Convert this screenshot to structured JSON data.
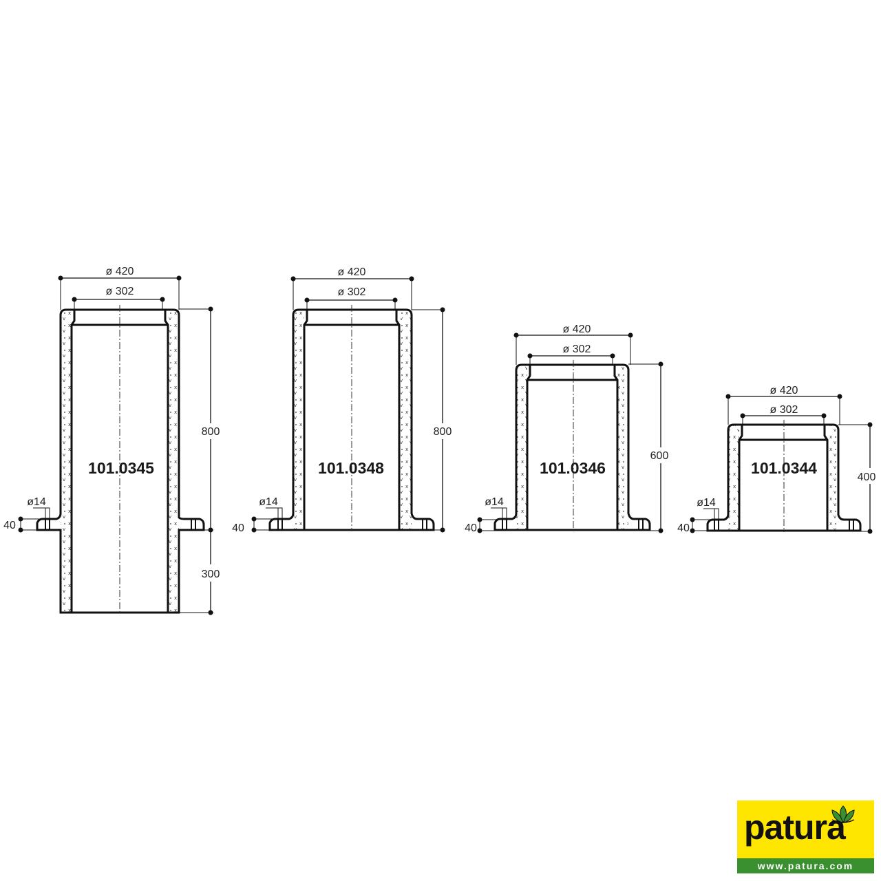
{
  "diagram": {
    "type": "technical-drawing",
    "subject": "pipe socket / post base cross sections",
    "units_implied": "mm",
    "items": [
      {
        "code": "101.0345",
        "outer_diameter_label": "ø 420",
        "inner_diameter_label": "ø 302",
        "height_above_flange_label": "800",
        "height_below_flange_label": "300",
        "flange_thickness_label": "40",
        "hole_diameter_label": "ø14"
      },
      {
        "code": "101.0348",
        "outer_diameter_label": "ø 420",
        "inner_diameter_label": "ø 302",
        "height_label": "800",
        "flange_thickness_label": "40",
        "hole_diameter_label": "ø14"
      },
      {
        "code": "101.0346",
        "outer_diameter_label": "ø 420",
        "inner_diameter_label": "ø 302",
        "height_label": "600",
        "flange_thickness_label": "40",
        "hole_diameter_label": "ø14"
      },
      {
        "code": "101.0344",
        "outer_diameter_label": "ø 420",
        "inner_diameter_label": "ø 302",
        "height_label": "400",
        "flange_thickness_label": "40",
        "hole_diameter_label": "ø14"
      }
    ]
  },
  "logo": {
    "brand": "patura",
    "url": "www.patura.com",
    "colors": {
      "background": "#ffe600",
      "url_bar": "#3a8f2e",
      "leaf": "#3a8f2e",
      "text": "#111111"
    }
  }
}
